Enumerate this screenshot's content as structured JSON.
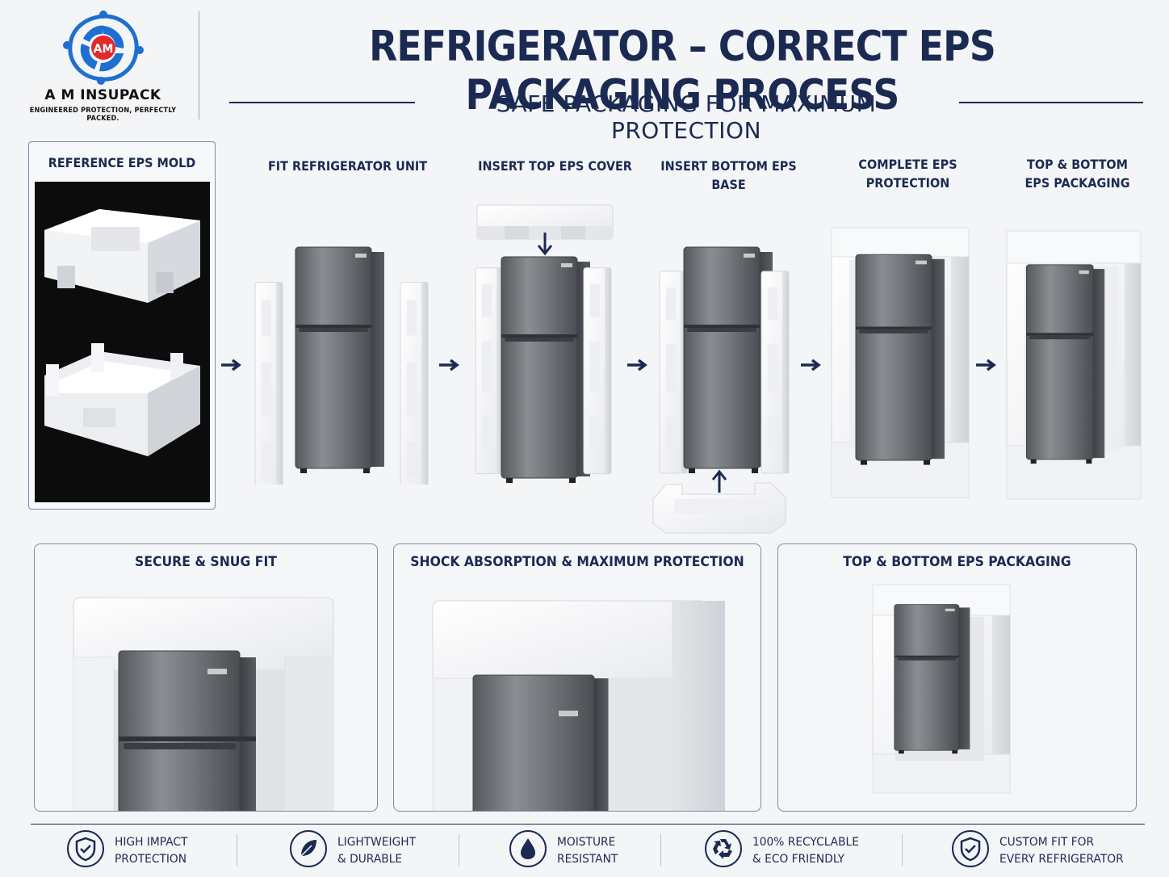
{
  "brand": {
    "logo_text": "AM",
    "name": "A M INSUPACK",
    "tagline": "ENGINEERED PROTECTION, PERFECTLY PACKED."
  },
  "header": {
    "title": "REFRIGERATOR – CORRECT EPS PACKAGING PROCESS",
    "subtitle": "SAFE PACKAGING FOR MAXIMUM PROTECTION"
  },
  "steps": [
    {
      "label": "REFERENCE EPS MOLD"
    },
    {
      "label": "FIT REFRIGERATOR UNIT"
    },
    {
      "label": "INSERT TOP EPS COVER"
    },
    {
      "label_line1": "INSERT BOTTOM EPS",
      "label_line2": "BASE"
    },
    {
      "label_line1": "COMPLETE EPS",
      "label_line2": "PROTECTION"
    },
    {
      "label_line1": "TOP & BOTTOM",
      "label_line2": "EPS PACKAGING"
    }
  ],
  "panels": [
    {
      "title": "SECURE & SNUG FIT"
    },
    {
      "title": "SHOCK ABSORPTION & MAXIMUM PROTECTION"
    },
    {
      "title": "TOP & BOTTOM EPS PACKAGING"
    }
  ],
  "features": [
    {
      "line1": "HIGH IMPACT",
      "line2": "PROTECTION",
      "icon": "shield-check-icon"
    },
    {
      "line1": "LIGHTWEIGHT",
      "line2": "& DURABLE",
      "icon": "leaf-icon"
    },
    {
      "line1": "MOISTURE",
      "line2": "RESISTANT",
      "icon": "water-drop-icon"
    },
    {
      "line1": "100% RECYCLABLE",
      "line2": "& ECO FRIENDLY",
      "icon": "recycle-icon"
    },
    {
      "line1": "CUSTOM FIT FOR",
      "line2": "EVERY REFRIGERATOR",
      "icon": "shield-check-icon"
    }
  ],
  "colors": {
    "navy": "#1b2a52",
    "logo_blue": "#1e6fd0",
    "logo_red": "#e02a2a",
    "steel": "#6b6e73",
    "foam": "#ffffff"
  }
}
